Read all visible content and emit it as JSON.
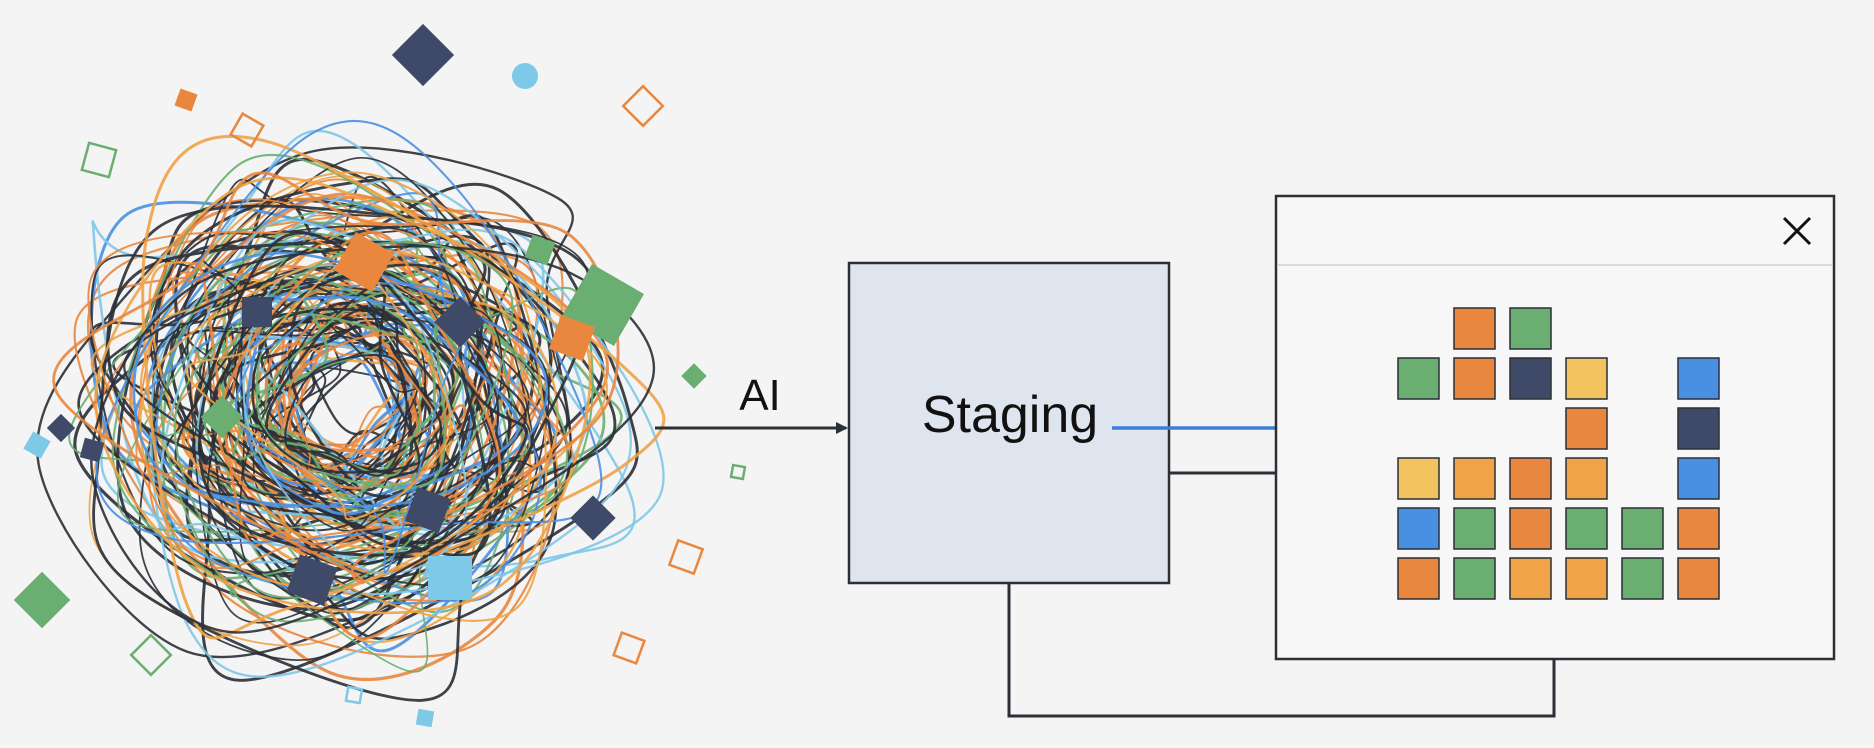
{
  "labels": {
    "ai": "AI",
    "staging": "Staging"
  },
  "colors": {
    "background": "#f4f4f4",
    "ink": "#2b2f36",
    "staging_fill": "#dfe5ef",
    "window_fill": "#f7f7f7",
    "highlight_arrow": "#3b7fd9",
    "orange": "#e9873f",
    "green": "#6aae72",
    "navy": "#3e4a68",
    "yellow": "#f2c35e",
    "amber": "#f0a347",
    "blue": "#4a90e2",
    "light_blue": "#7ec8e8"
  },
  "icons": {
    "window_close": "close-icon",
    "tangle": "tangled-lines-icon"
  },
  "grid": {
    "rows": 6,
    "cols": 6,
    "cells": [
      {
        "row": 0,
        "col": 1,
        "color": "orange"
      },
      {
        "row": 0,
        "col": 2,
        "color": "green"
      },
      {
        "row": 1,
        "col": 0,
        "color": "green"
      },
      {
        "row": 1,
        "col": 1,
        "color": "orange"
      },
      {
        "row": 1,
        "col": 2,
        "color": "navy"
      },
      {
        "row": 1,
        "col": 3,
        "color": "yellow"
      },
      {
        "row": 1,
        "col": 5,
        "color": "blue"
      },
      {
        "row": 2,
        "col": 3,
        "color": "orange"
      },
      {
        "row": 2,
        "col": 5,
        "color": "navy"
      },
      {
        "row": 3,
        "col": 0,
        "color": "yellow"
      },
      {
        "row": 3,
        "col": 1,
        "color": "amber"
      },
      {
        "row": 3,
        "col": 2,
        "color": "orange"
      },
      {
        "row": 3,
        "col": 3,
        "color": "amber"
      },
      {
        "row": 3,
        "col": 5,
        "color": "blue"
      },
      {
        "row": 4,
        "col": 0,
        "color": "blue"
      },
      {
        "row": 4,
        "col": 1,
        "color": "green"
      },
      {
        "row": 4,
        "col": 2,
        "color": "orange"
      },
      {
        "row": 4,
        "col": 3,
        "color": "green"
      },
      {
        "row": 4,
        "col": 4,
        "color": "green"
      },
      {
        "row": 4,
        "col": 5,
        "color": "orange"
      },
      {
        "row": 5,
        "col": 0,
        "color": "orange"
      },
      {
        "row": 5,
        "col": 1,
        "color": "green"
      },
      {
        "row": 5,
        "col": 2,
        "color": "amber"
      },
      {
        "row": 5,
        "col": 3,
        "color": "amber"
      },
      {
        "row": 5,
        "col": 4,
        "color": "green"
      },
      {
        "row": 5,
        "col": 5,
        "color": "orange"
      }
    ]
  },
  "tangle": {
    "line_colors": [
      "ink",
      "orange",
      "green",
      "blue",
      "amber",
      "light_blue"
    ],
    "shape_colors": [
      "navy",
      "orange",
      "green",
      "light_blue"
    ]
  }
}
